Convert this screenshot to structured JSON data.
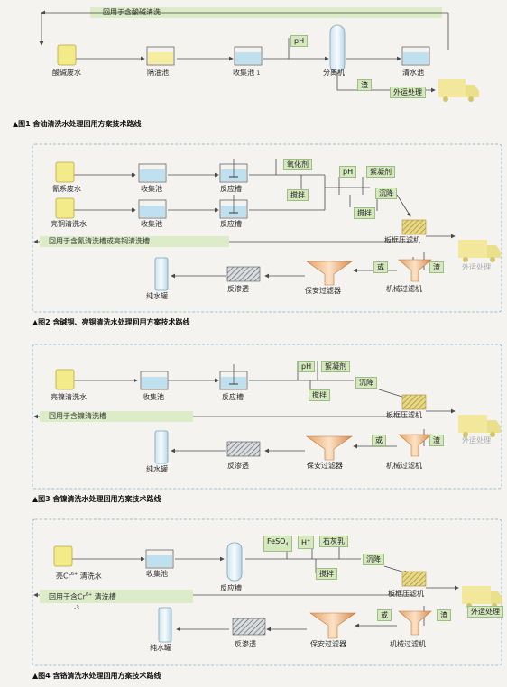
{
  "fig1": {
    "caption": "▲图1 含油清洗水处理回用方案技术路线",
    "return_line": "回用于含酸碱清洗",
    "nodes": {
      "feed": "酸碱废水",
      "oil_sep": "隔油池",
      "collect": "收集池",
      "sub": "1",
      "separator": "分离机",
      "clean": "清水池",
      "offsite": "外运处理"
    },
    "boxes": {
      "ph": "pH",
      "sludge": "渣"
    }
  },
  "fig2": {
    "caption": "▲图2 含碱铜、亮铜清洗水处理回用方案技术路线",
    "nodes": {
      "feed1": "氰系废水",
      "feed2": "亮铜清洗水",
      "collect1": "收集池",
      "collect2": "收集池",
      "react1": "反应槽",
      "react2": "反应槽",
      "press": "板框压滤机",
      "offsite": "外运处理",
      "pure": "纯水罐",
      "ro": "反渗透",
      "security": "保安过滤器",
      "mech": "机械过滤机"
    },
    "boxes": {
      "oxidant": "氧化剂",
      "stir1": "搅拌",
      "ph": "pH",
      "flocc": "絮凝剂",
      "settle": "沉降",
      "stir2": "搅拌",
      "or": "或",
      "sludge": "渣"
    },
    "return_line": "回用于含氰清洗槽或亮铜清洗槽"
  },
  "fig3": {
    "caption": "▲图3 含镍清洗水处理回用方案技术路线",
    "nodes": {
      "feed": "亮镍清洗水",
      "collect": "收集池",
      "react": "反应槽",
      "press": "板框压滤机",
      "offsite": "外运处理",
      "pure": "纯水罐",
      "ro": "反渗透",
      "security": "保安过滤器",
      "mech": "机械过滤机"
    },
    "boxes": {
      "ph": "pH",
      "flocc": "絮凝剂",
      "stir": "搅拌",
      "settle": "沉降",
      "or": "或",
      "sludge": "渣"
    },
    "return_line": "回用于含镍清洗槽"
  },
  "fig4": {
    "caption": "▲图4 含铬清洗水处理回用方案技术路线",
    "nodes": {
      "feed_a": "亮Cr",
      "feed_sup": "6+",
      "feed_b": "清洗水",
      "collect": "收集池",
      "react": "反应槽",
      "press": "板框压滤机",
      "offsite": "外运处理",
      "pure": "纯水罐",
      "ro": "反渗透",
      "security": "保安过滤器",
      "mech": "机械过滤机"
    },
    "boxes": {
      "feso4_a": "FeSO",
      "feso4_sub": "4",
      "h_a": "H",
      "h_sup": "+",
      "lime": "石灰乳",
      "stir": "搅拌",
      "settle": "沉降",
      "or": "或",
      "sludge": "渣"
    },
    "return_a": "回用于含Cr",
    "return_sup": "6+",
    "return_b": "清洗槽",
    "stray": "-3"
  },
  "colors": {
    "line": "#4a4a4a",
    "green": "#d5e8bf",
    "yellow": "#f2e98a",
    "water": "#bfe0ef",
    "frame": "#7fb0cc"
  }
}
